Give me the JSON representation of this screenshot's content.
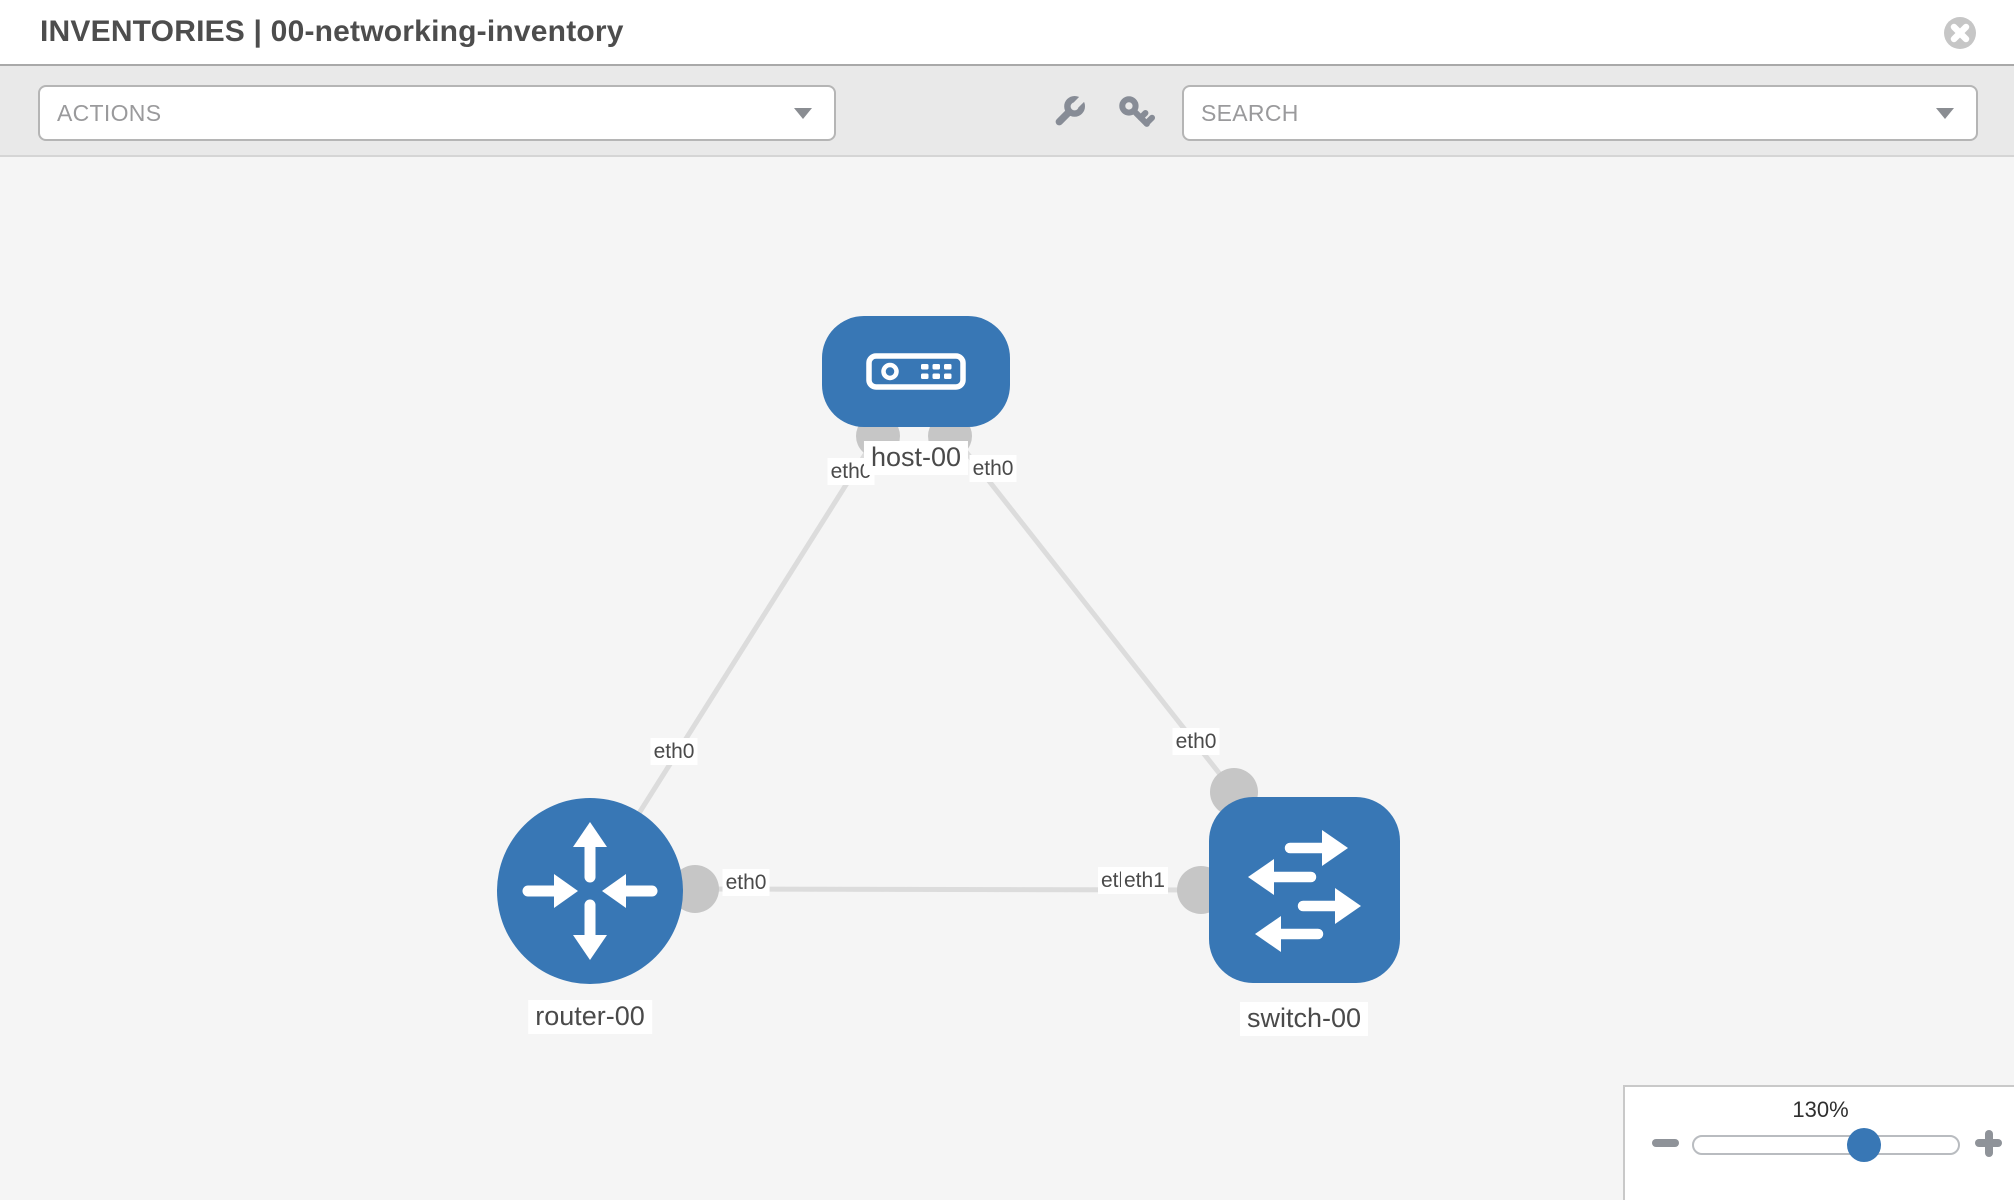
{
  "header": {
    "title": "INVENTORIES | 00-networking-inventory"
  },
  "toolbar": {
    "actions_label": "ACTIONS",
    "search_label": "SEARCH"
  },
  "zoom_control": {
    "value": "130%"
  },
  "topology": {
    "nodes": [
      {
        "id": "host-00",
        "type": "host",
        "label": "host-00"
      },
      {
        "id": "router-00",
        "type": "router",
        "label": "router-00"
      },
      {
        "id": "switch-00",
        "type": "switch",
        "label": "switch-00"
      }
    ],
    "links": [
      {
        "from": "host-00",
        "to": "router-00"
      },
      {
        "from": "host-00",
        "to": "switch-00"
      },
      {
        "from": "router-00",
        "to": "switch-00"
      }
    ],
    "interfaces": [
      {
        "label": "eth0",
        "at": "host-00-left"
      },
      {
        "label": "eth0",
        "at": "host-00-right"
      },
      {
        "label": "eth0",
        "at": "edge-host-router"
      },
      {
        "label": "eth0",
        "at": "edge-host-switch"
      },
      {
        "label": "eth0",
        "at": "router-00-port"
      },
      {
        "label": "eth0",
        "at": "switch-00-port-back"
      },
      {
        "label": "eth1",
        "at": "switch-00-port-front"
      }
    ]
  },
  "colors": {
    "node_blue": "#3877b5",
    "edge_gray": "#dcdcdc",
    "port_gray": "#c6c6c6",
    "canvas_bg": "#f5f5f5",
    "toolbar_bg": "#e9e9e9"
  }
}
